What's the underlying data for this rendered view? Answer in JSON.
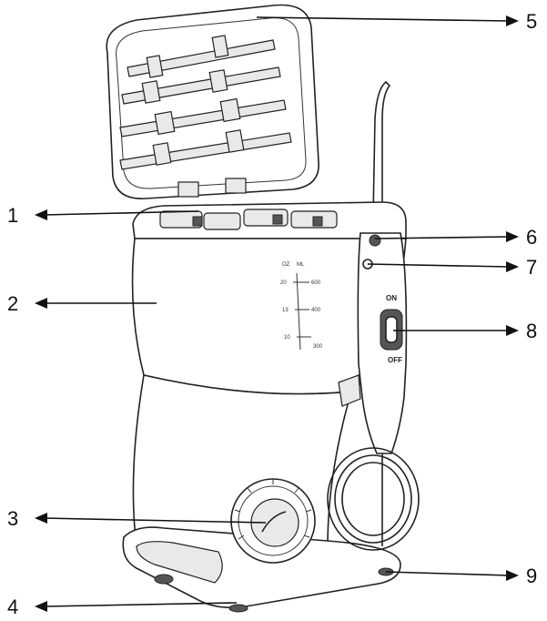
{
  "callouts": [
    {
      "id": "1",
      "label": "1"
    },
    {
      "id": "2",
      "label": "2"
    },
    {
      "id": "3",
      "label": "3"
    },
    {
      "id": "4",
      "label": "4"
    },
    {
      "id": "5",
      "label": "5"
    },
    {
      "id": "6",
      "label": "6"
    },
    {
      "id": "7",
      "label": "7"
    },
    {
      "id": "8",
      "label": "8"
    },
    {
      "id": "9",
      "label": "9"
    }
  ],
  "scale": {
    "oz_header": "OZ",
    "ml_header": "ML",
    "oz_marks": [
      "20",
      "13",
      "10"
    ],
    "ml_marks": [
      "600",
      "400",
      "300"
    ]
  },
  "switch": {
    "on_label": "ON",
    "off_label": "OFF"
  }
}
